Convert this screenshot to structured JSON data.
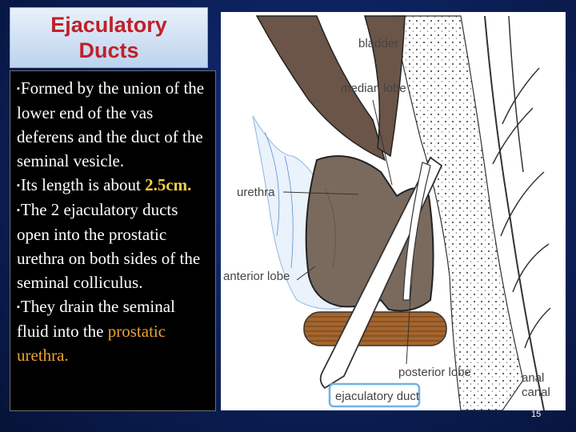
{
  "slide": {
    "title_line1": "Ejaculatory",
    "title_line2": "Ducts",
    "bullet_symbol": "▪",
    "p1": "Formed by the union of the lower end of the vas deferens and the duct of the seminal vesicle.",
    "p2_a": "Its length is about ",
    "p2_b": "2.5cm.",
    "p3": "The 2 ejaculatory ducts open into the prostatic urethra on both sides of the seminal colliculus.",
    "p4_a": "They drain the seminal fluid into the ",
    "p4_b": "prostatic urethra.",
    "page_number": "15"
  },
  "figure": {
    "labels": {
      "bladder": "bladder",
      "median_lobe": "median lobe",
      "urethra": "urethra",
      "anterior_lobe": "anterior lobe",
      "posterior_lobe": "posterior lobe",
      "ejaculatory_duct": "ejaculatory duct",
      "anal": "anal",
      "canal": "canal"
    }
  },
  "colors": {
    "title_text": "#c0202a",
    "highlight_yellow": "#f2cf4a",
    "highlight_orange": "#e9a235",
    "prostate_brown": "#7a6a5e",
    "bladder_brown": "#6b5548"
  }
}
